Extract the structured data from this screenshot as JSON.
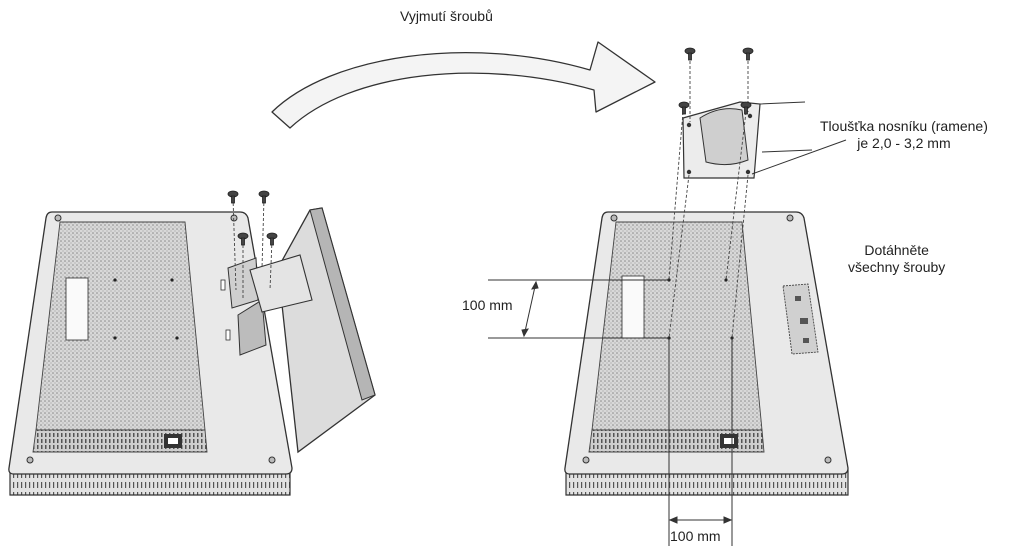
{
  "labels": {
    "remove_screws": "Vyjmutí šroubů",
    "arm_thickness_line1": "Tloušťka nosníku (ramene)",
    "arm_thickness_line2": "je 2,0 - 3,2 mm",
    "tighten_line1": "Dotáhněte",
    "tighten_line2": "všechny šrouby",
    "vertical_spacing": "100 mm",
    "horizontal_spacing": "100 mm"
  },
  "colors": {
    "line": "#333333",
    "panel_fill": "#e6e6e6",
    "speckle_fill": "#cfcfcf",
    "vent_fill": "#bdbdbd",
    "stand_fill": "#d9d9d9"
  }
}
